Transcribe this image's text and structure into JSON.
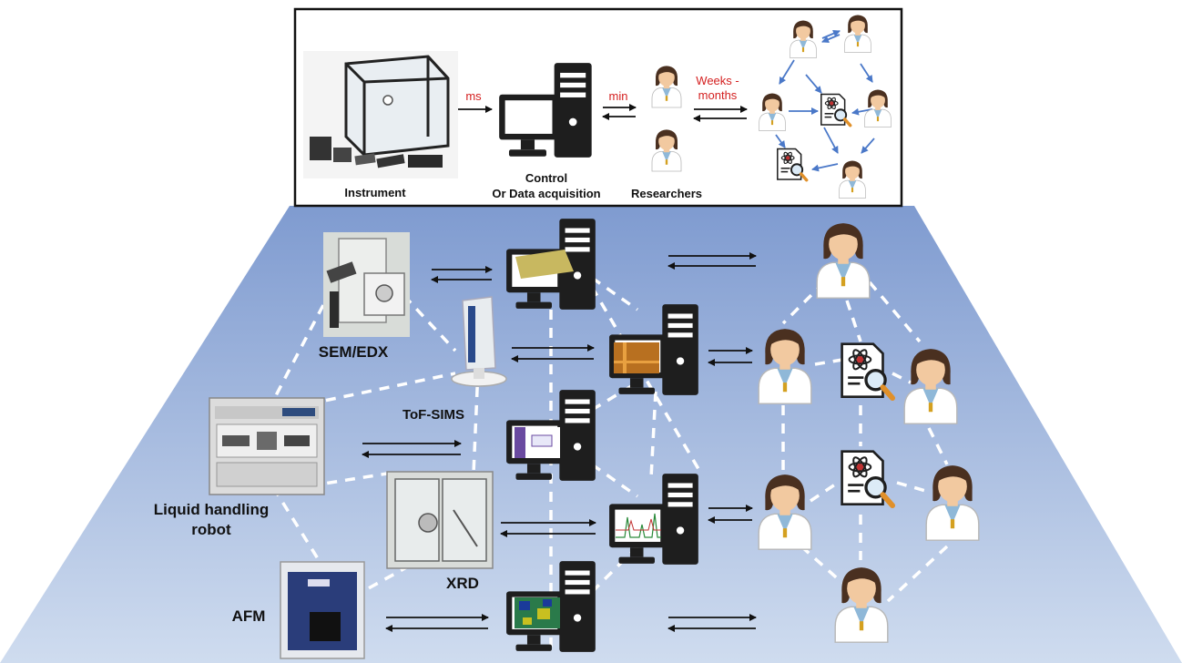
{
  "top_panel": {
    "labels": {
      "instrument": "Instrument",
      "control_line1": "Control",
      "control_line2": "Or Data acquisition",
      "researchers": "Researchers"
    },
    "timescales": {
      "ms": "ms",
      "min": "min",
      "weeks_line1": "Weeks -",
      "weeks_line2": "months"
    }
  },
  "instruments": {
    "sem": "SEM/EDX",
    "tof": "ToF-SIMS",
    "liquid_line1": "Liquid handling",
    "liquid_line2": "robot",
    "xrd": "XRD",
    "afm": "AFM"
  },
  "colors": {
    "accent_red": "#d42020",
    "network_blue": "#4a78c8",
    "platform_top": "#7f9bd0",
    "platform_bottom": "#cfdcef",
    "skin": "#f2c9a0",
    "hair": "#4a3020",
    "coat": "#ffffff",
    "badge": "#d4a020",
    "computer": "#1e1e1e"
  },
  "icons": [
    "instrument-photo",
    "computer-icon",
    "researcher-icon",
    "paper-search-icon",
    "arrow-pair-icon"
  ]
}
